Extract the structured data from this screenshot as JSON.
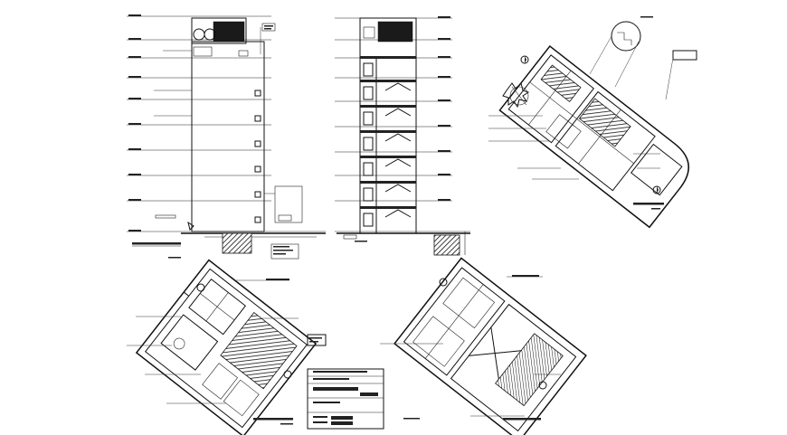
{
  "sheet": {
    "background": "#ffffff",
    "line_color": "#111111"
  },
  "views": [
    {
      "id": "front-elevation",
      "kind": "elevation",
      "floors": 9
    },
    {
      "id": "side-section",
      "kind": "section",
      "floors": 7
    },
    {
      "id": "site-plan",
      "kind": "plan"
    },
    {
      "id": "ground-floor-plan",
      "kind": "plan"
    },
    {
      "id": "typical-floor-plan",
      "kind": "plan"
    }
  ]
}
